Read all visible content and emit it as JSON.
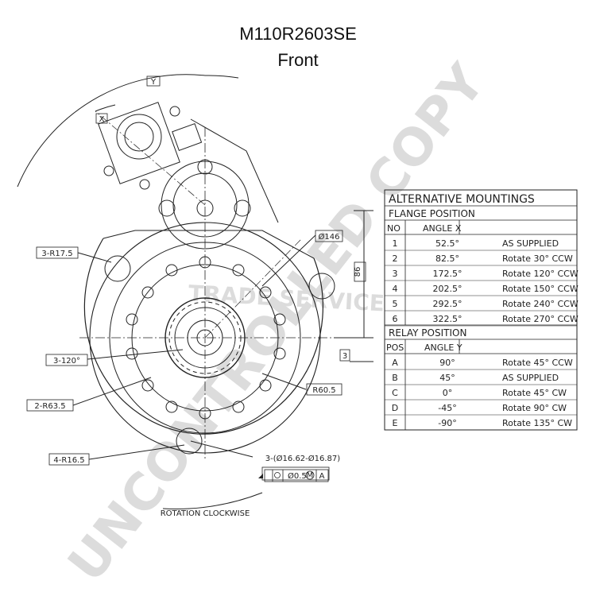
{
  "title": "M110R2603SE",
  "subtitle": "Front",
  "watermark": "UNCONTROLLED COPY",
  "watermark2": "TRADE SERVICE",
  "labels": {
    "y": "Y",
    "x": "X",
    "r17": "3-R17.5",
    "o120": "3-120°",
    "r635": "2-R63.5",
    "r165": "4-R16.5",
    "d146": "Ø146",
    "d86": "86",
    "three": "3",
    "r605": "R60.5",
    "holes": "3-(Ø16.62-Ø16.87)",
    "tol_value": "Ø0.5",
    "tol_mod": "M",
    "tol_ref": "A",
    "rotation": "ROTATION CLOCKWISE"
  },
  "table": {
    "heading": "ALTERNATIVE MOUNTINGS",
    "flange_heading": "FLANGE POSITION",
    "flange_cols": [
      "NO",
      "ANGLE X"
    ],
    "flange_rows": [
      {
        "no": "1",
        "angle": "52.5°",
        "action": "AS SUPPLIED"
      },
      {
        "no": "2",
        "angle": "82.5°",
        "action": "Rotate 30° CCW"
      },
      {
        "no": "3",
        "angle": "172.5°",
        "action": "Rotate 120° CCW"
      },
      {
        "no": "4",
        "angle": "202.5°",
        "action": "Rotate 150° CCW"
      },
      {
        "no": "5",
        "angle": "292.5°",
        "action": "Rotate 240° CCW"
      },
      {
        "no": "6",
        "angle": "322.5°",
        "action": "Rotate 270° CCW"
      }
    ],
    "relay_heading": "RELAY POSITION",
    "relay_cols": [
      "POS",
      "ANGLE Y"
    ],
    "relay_rows": [
      {
        "pos": "A",
        "angle": "90°",
        "action": "Rotate 45° CCW"
      },
      {
        "pos": "B",
        "angle": "45°",
        "action": "AS SUPPLIED"
      },
      {
        "pos": "C",
        "angle": "0°",
        "action": "Rotate 45° CW"
      },
      {
        "pos": "D",
        "angle": "-45°",
        "action": "Rotate 90° CW"
      },
      {
        "pos": "E",
        "angle": "-90°",
        "action": "Rotate 135° CW"
      }
    ]
  }
}
